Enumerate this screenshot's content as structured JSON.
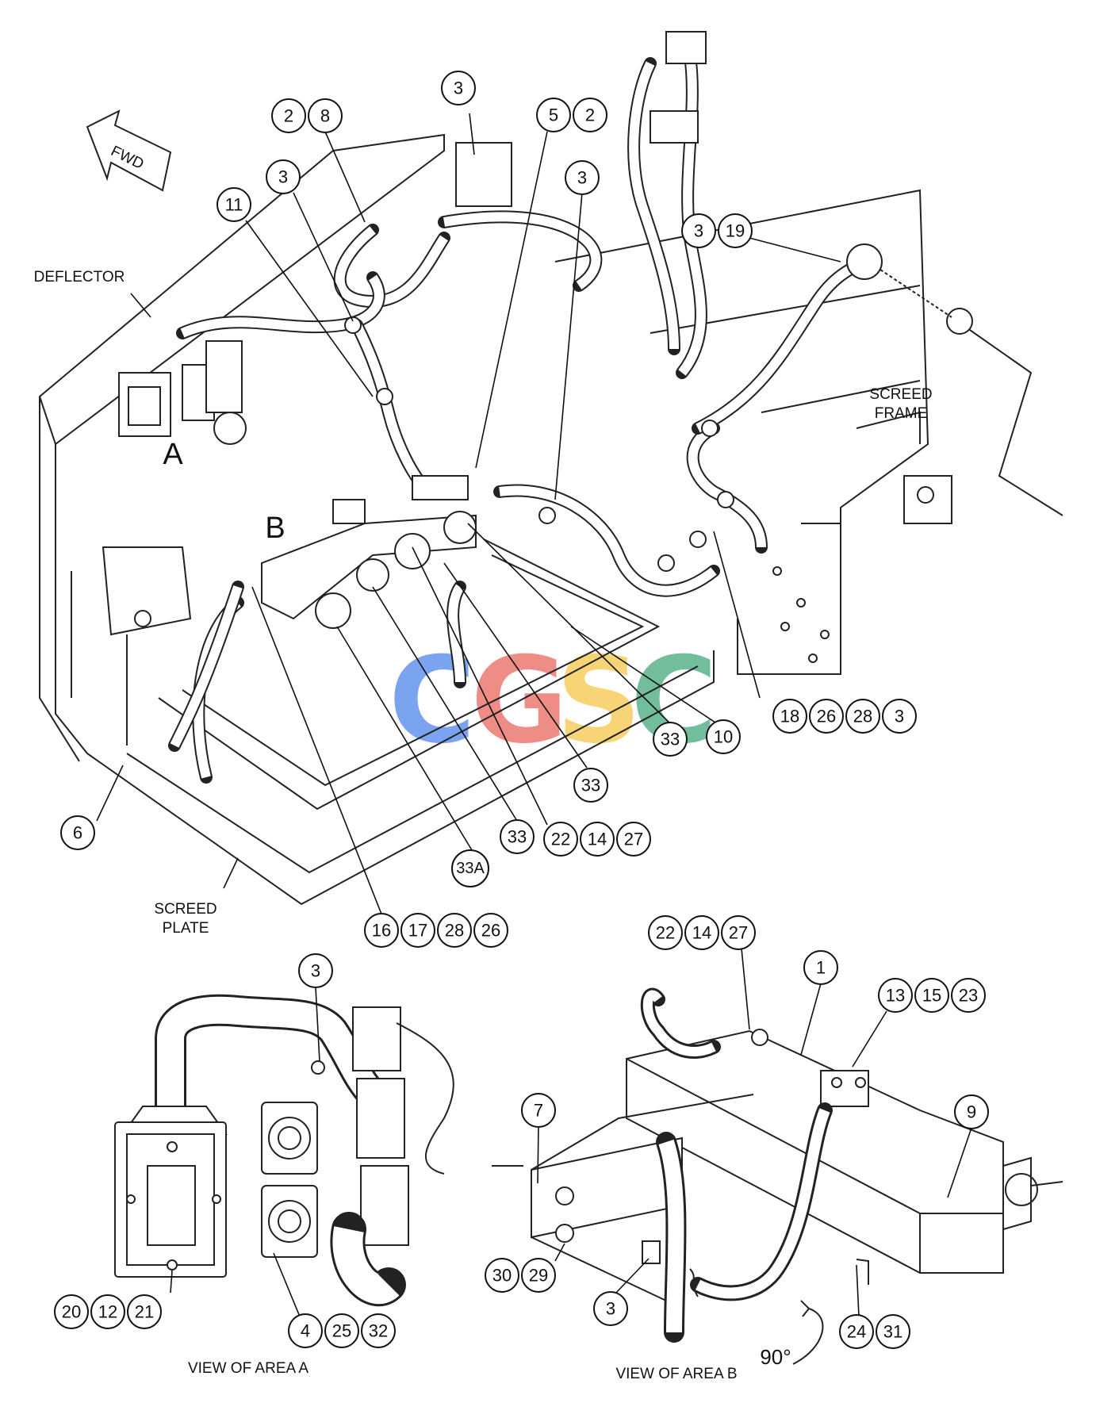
{
  "labels": {
    "fwd": "FWD",
    "deflector": "DEFLECTOR",
    "screed_frame_1": "SCREED",
    "screed_frame_2": "FRAME",
    "screed_plate_1": "SCREED",
    "screed_plate_2": "PLATE",
    "area_a": "A",
    "area_b": "B",
    "view_a": "VIEW OF AREA A",
    "view_b": "VIEW OF AREA B",
    "rotation": "90°"
  },
  "watermark": {
    "letters": [
      "C",
      "G",
      "S",
      "C"
    ],
    "colors": [
      "#4f86ec",
      "#e9685e",
      "#f5c84a",
      "#43a87c"
    ]
  },
  "callouts": {
    "main": [
      "3",
      "2",
      "8",
      "5",
      "2",
      "3",
      "3",
      "11",
      "3",
      "19",
      "33",
      "10",
      "18",
      "26",
      "28",
      "3",
      "33",
      "6",
      "33",
      "22",
      "14",
      "27",
      "33A",
      "16",
      "17",
      "28",
      "26"
    ],
    "view_a": [
      "3",
      "20",
      "12",
      "21",
      "4",
      "25",
      "32"
    ],
    "view_b": [
      "22",
      "14",
      "27",
      "1",
      "13",
      "15",
      "23",
      "7",
      "9",
      "30",
      "29",
      "3",
      "24",
      "31"
    ]
  }
}
